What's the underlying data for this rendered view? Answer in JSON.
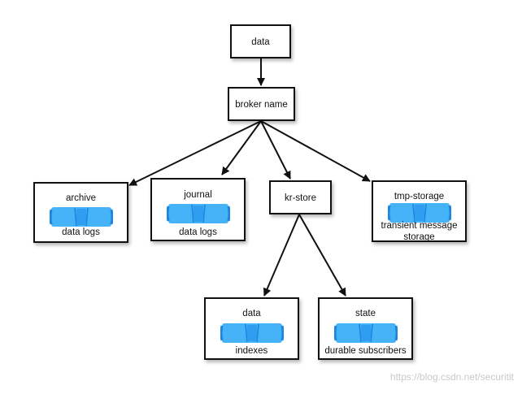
{
  "nodes": {
    "data_root": {
      "label": "data"
    },
    "broker": {
      "label": "broker name"
    },
    "archive": {
      "label": "archive",
      "sub": "data logs"
    },
    "journal": {
      "label": "journal",
      "sub": "data logs"
    },
    "krstore": {
      "label": "kr-store"
    },
    "tmp": {
      "label": "tmp-storage",
      "sub1": "transient message",
      "sub2": "storage"
    },
    "data_leaf": {
      "label": "data",
      "sub": "indexes"
    },
    "state": {
      "label": "state",
      "sub": "durable subscribers"
    }
  },
  "edges": [
    {
      "from": "data",
      "to": "broker name"
    },
    {
      "from": "broker name",
      "to": "archive"
    },
    {
      "from": "broker name",
      "to": "journal"
    },
    {
      "from": "broker name",
      "to": "kr-store"
    },
    {
      "from": "broker name",
      "to": "tmp-storage"
    },
    {
      "from": "kr-store",
      "to": "data"
    },
    {
      "from": "kr-store",
      "to": "state"
    }
  ],
  "colors": {
    "cylinder_light": "#46b2f7",
    "cylinder_dark": "#1a86e0",
    "stroke": "#111111"
  },
  "watermark": "https://blog.csdn.net/securitit"
}
